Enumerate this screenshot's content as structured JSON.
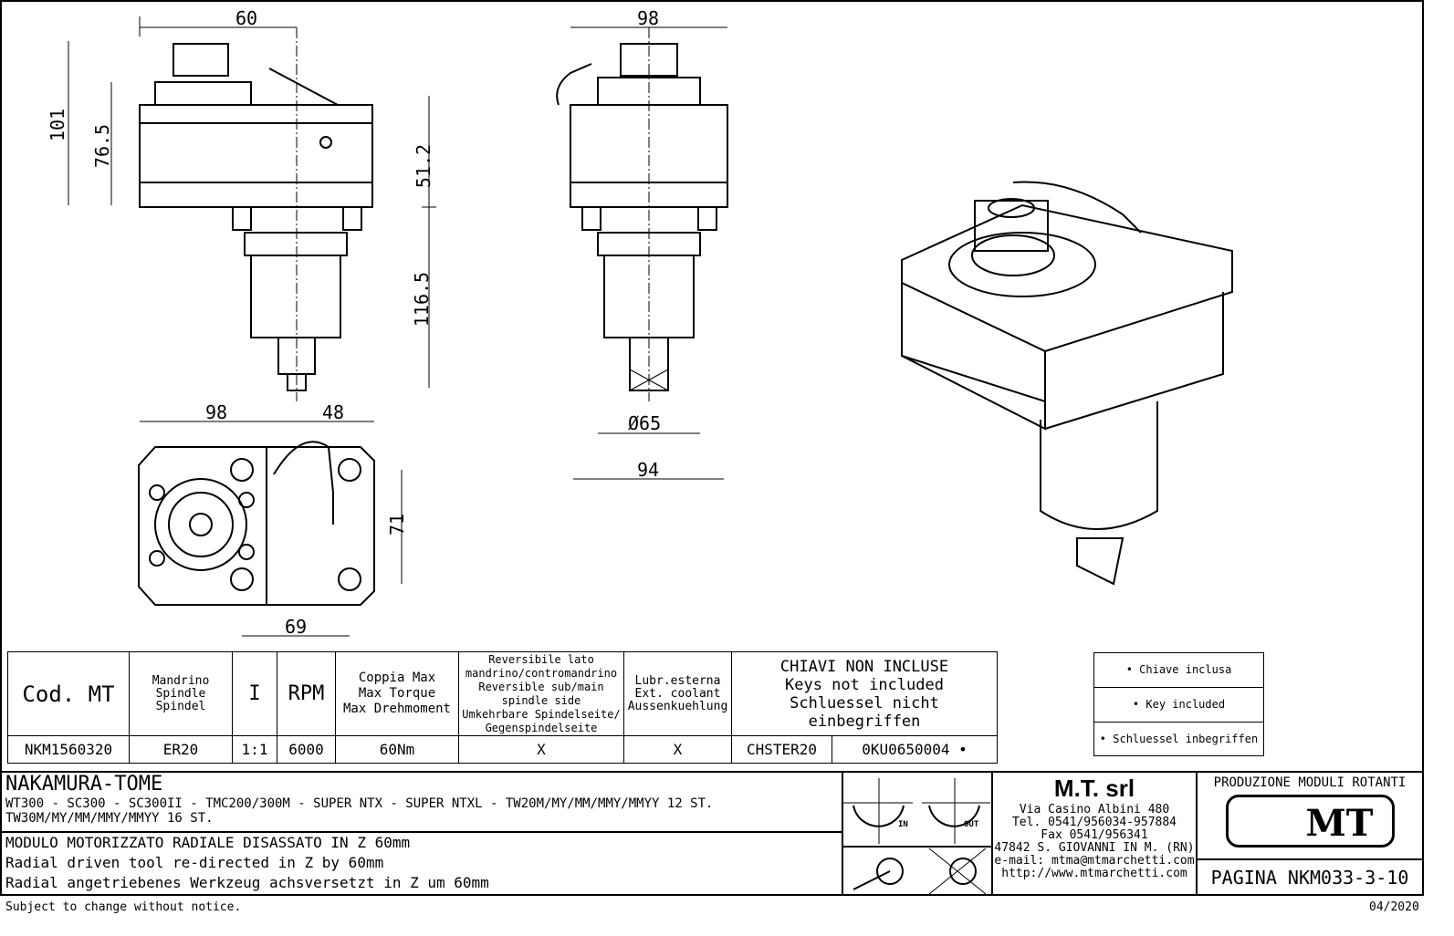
{
  "dimensions": {
    "top_width": "60",
    "height_total": "101",
    "height_body": "76.5",
    "height_upper": "51.2",
    "height_lower": "116.5",
    "side_width": "98",
    "diameter": "Ø65",
    "side_base": "94",
    "plan_width": "98",
    "plan_offset": "48",
    "plan_height": "71",
    "plan_bottom": "69"
  },
  "spec_table": {
    "headers": {
      "code": "Cod. MT",
      "spindle": [
        "Mandrino",
        "Spindle",
        "Spindel"
      ],
      "ratio": "I",
      "rpm": "RPM",
      "torque": [
        "Coppia Max",
        "Max Torque",
        "Max Drehmoment"
      ],
      "reversible": [
        "Reversibile lato",
        "mandrino/contromandrino",
        "Reversible sub/main",
        "spindle side",
        "Umkehrbare Spindelseite/",
        "Gegenspindelseite"
      ],
      "coolant": [
        "Lubr.esterna",
        "Ext. coolant",
        "Aussenkuehlung"
      ],
      "keys": [
        "CHIAVI NON INCLUSE",
        "Keys not included",
        "Schluessel nicht einbegriffen"
      ]
    },
    "row": {
      "code": "NKM1560320",
      "spindle": "ER20",
      "ratio": "1:1",
      "rpm": "6000",
      "torque": "60Nm",
      "reversible": "X",
      "coolant": "X",
      "key1": "CHSTER20",
      "key2": "0KU0650004 •"
    }
  },
  "key_legend": [
    "• Chiave inclusa",
    "• Key included",
    "• Schluessel inbegriffen"
  ],
  "title_block": {
    "brand": "NAKAMURA-TOME",
    "models": [
      "WT300 - SC300 - SC300II - TMC200/300M - SUPER NTX - SUPER NTXL - TW20M/MY/MM/MMY/MMYY 12 ST.",
      "TW30M/MY/MM/MMY/MMYY 16 ST."
    ],
    "description": [
      "MODULO MOTORIZZATO RADIALE DISASSATO IN Z 60mm",
      "Radial driven tool re-directed in Z by 60mm",
      "Radial angetriebenes Werkzeug achsversetzt in Z um 60mm"
    ],
    "rotation_in": "IN",
    "rotation_out": "OUT",
    "company": {
      "name": "M.T. srl",
      "lines": [
        "Via Casino Albini 480",
        "Tel. 0541/956034-957884",
        "Fax 0541/956341",
        "47842 S. GIOVANNI IN M. (RN)",
        "e-mail: mtma@mtmarchetti.com",
        "http://www.mtmarchetti.com"
      ]
    },
    "production": "PRODUZIONE MODULI ROTANTI",
    "logo": "MT",
    "page": "PAGINA NKM033-3-10"
  },
  "footer": {
    "notice": "Subject to change without notice.",
    "date": "04/2020"
  }
}
